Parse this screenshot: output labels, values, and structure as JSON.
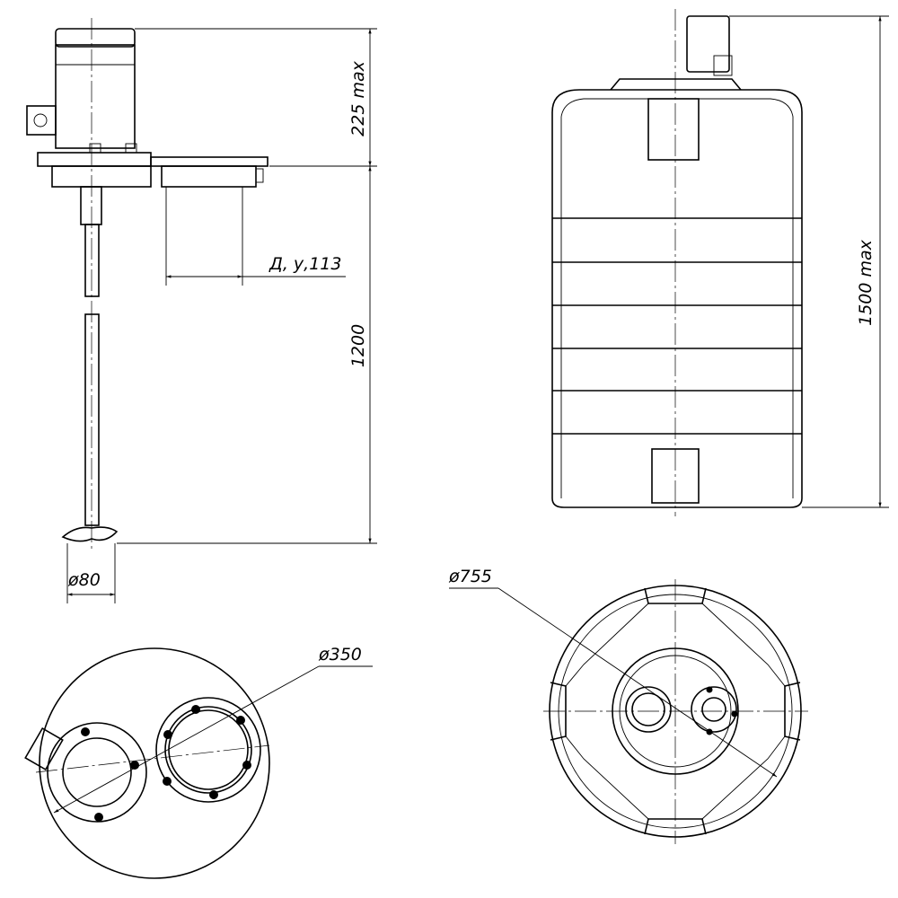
{
  "title": "Mixer and tank assembly drawing",
  "dimensions": {
    "motor_height": "225 max",
    "shaft_length": "1200",
    "nozzle": "Д, у,113",
    "impeller_diameter": "ø80",
    "mixer_plan_diameter": "ø350",
    "tank_diameter": "ø755",
    "tank_height": "1500 max"
  }
}
